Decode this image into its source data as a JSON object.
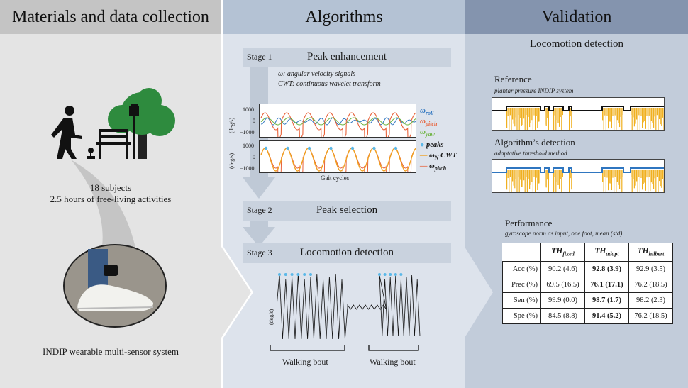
{
  "headers": {
    "materials": "Materials and data collection",
    "algorithms": "Algorithms",
    "validation": "Validation"
  },
  "colors": {
    "header_left": "#c4c4c4",
    "header_mid": "#b4c2d4",
    "header_right": "#8494ae",
    "panel_left": "#e4e4e4",
    "panel_mid": "#dde3ec",
    "panel_right": "#c2ccda",
    "stage_bar": "#c9d2de",
    "roll": "#2f76c0",
    "pitch": "#e8623a",
    "yaw": "#6db33f",
    "cwt": "#f0a020",
    "peaks": "#5bb8e8",
    "pressure": "#f0b020"
  },
  "materials": {
    "subjects": "18 subjects",
    "hours": "2.5 hours of free-living activities",
    "system": "INDIP wearable multi-sensor system",
    "icons": [
      "walking-person-icon",
      "tree-icon",
      "street-lamp-icon",
      "park-bench-icon",
      "flower-icon"
    ]
  },
  "stages": {
    "s1": {
      "label": "Stage 1",
      "title": "Peak enhancement"
    },
    "s2": {
      "label": "Stage 2",
      "title": "Peak selection"
    },
    "s3": {
      "label": "Stage 3",
      "title": "Locomotion detection"
    }
  },
  "notes": {
    "omega": "ω: angular velocity signals",
    "cwt": "CWT: continuous wavelet transform"
  },
  "plot1": {
    "ylabel": "(deg/s)",
    "ticks": [
      "1000",
      "0",
      "−1000"
    ],
    "legend": [
      {
        "sym": "ω",
        "sub": "roll"
      },
      {
        "sym": "ω",
        "sub": "pitch"
      },
      {
        "sym": "ω",
        "sub": "yaw"
      }
    ]
  },
  "plot2": {
    "ylabel": "(deg/s)",
    "ticks": [
      "1000",
      "0",
      "−1000"
    ],
    "xlabel": "Gait cycles",
    "legend": [
      {
        "sym": "peaks",
        "sub": ""
      },
      {
        "sym": "ω",
        "sub": "N",
        "suffix": " CWT"
      },
      {
        "sym": "ω",
        "sub": "pitch"
      }
    ]
  },
  "stage3plot": {
    "ylabel": "(deg/s)",
    "bout1": "Walking bout",
    "bout2": "Walking bout"
  },
  "validation": {
    "title": "Locomotion detection",
    "reference_title": "Reference",
    "reference_sub": "plantar pressure INDIP system",
    "algo_title": "Algorithm’s detection",
    "algo_sub": "adaptative threshold method",
    "perf_title": "Performance",
    "perf_sub": "gyroscope norm as input, one foot, mean (std)"
  },
  "performance": {
    "columns": [
      {
        "base": "TH",
        "sub": "fixed"
      },
      {
        "base": "TH",
        "sub": "adapt"
      },
      {
        "base": "TH",
        "sub": "hilbert"
      }
    ],
    "rows": [
      {
        "metric": "Acc (%)",
        "values": [
          "90.2 (4.6)",
          "92.8 (3.9)",
          "92.9 (3.5)"
        ]
      },
      {
        "metric": "Prec (%)",
        "values": [
          "69.5 (16.5)",
          "76.1 (17.1)",
          "76.2 (18.5)"
        ]
      },
      {
        "metric": "Sen (%)",
        "values": [
          "99.9 (0.0)",
          "98.7 (1.7)",
          "98.2 (2.3)"
        ]
      },
      {
        "metric": "Spe (%)",
        "values": [
          "84.5 (8.8)",
          "91.4 (5.2)",
          "76.2 (18.5)"
        ]
      }
    ],
    "bold_column": 1
  }
}
